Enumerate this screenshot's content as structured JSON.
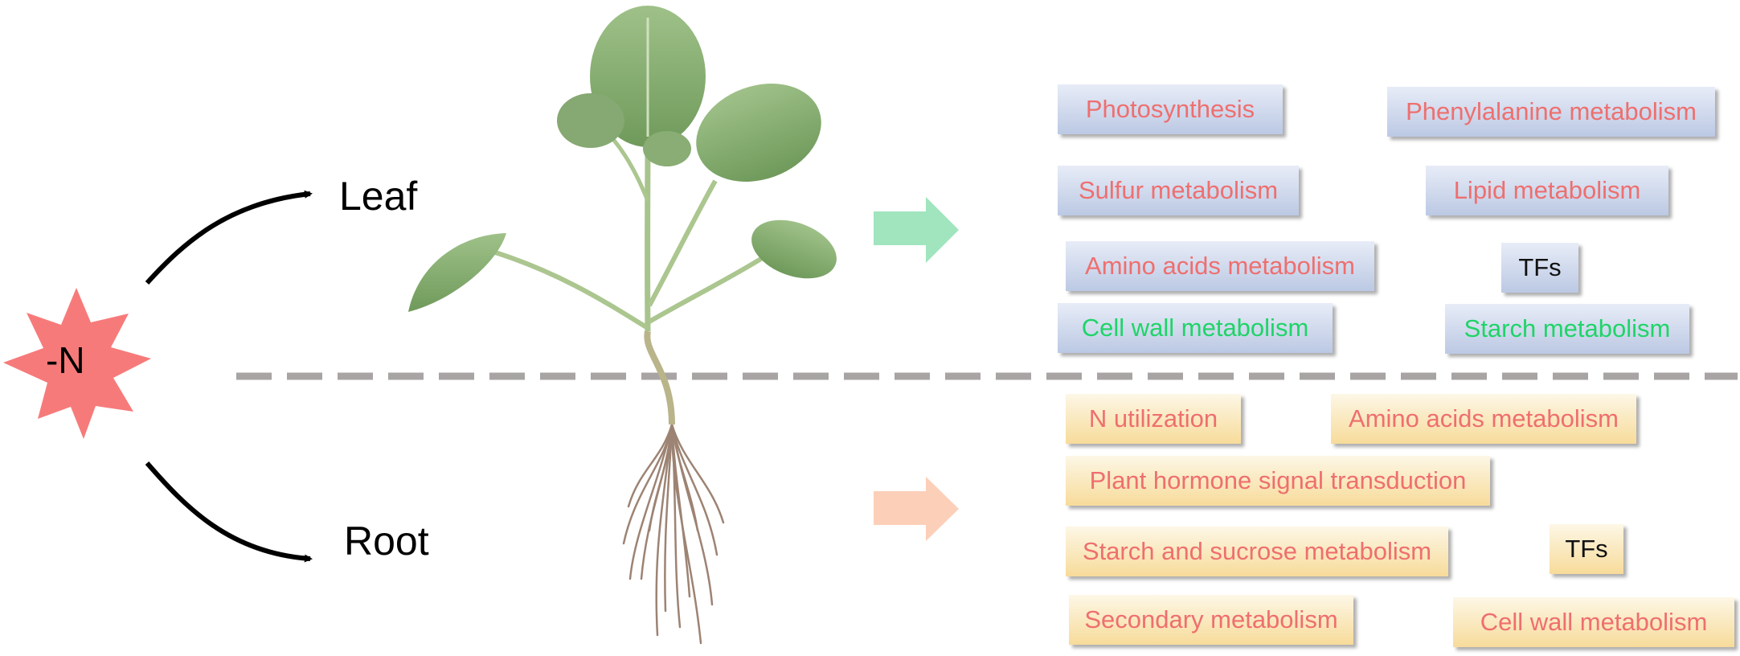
{
  "stimulus": {
    "label": "-N",
    "color": "#f77a7a"
  },
  "organs": {
    "leaf": "Leaf",
    "root": "Root"
  },
  "colors": {
    "pink_text": "#ee6f6f",
    "green_text": "#1fd468",
    "black_text": "#111111",
    "leaf_arrow": "#8fe0b3",
    "root_arrow": "#fbc7ad",
    "divider": "#a8a4a4"
  },
  "leaf_terms": [
    {
      "text": "Photosynthesis",
      "tone": "pink"
    },
    {
      "text": "Phenylalanine metabolism",
      "tone": "pink"
    },
    {
      "text": "Sulfur metabolism",
      "tone": "pink"
    },
    {
      "text": "Lipid metabolism",
      "tone": "pink"
    },
    {
      "text": "Amino acids metabolism",
      "tone": "pink"
    },
    {
      "text": "TFs",
      "tone": "black"
    },
    {
      "text": "Cell wall metabolism",
      "tone": "green"
    },
    {
      "text": "Starch metabolism",
      "tone": "green"
    }
  ],
  "root_terms": [
    {
      "text": "N utilization",
      "tone": "pink"
    },
    {
      "text": "Amino acids metabolism",
      "tone": "pink"
    },
    {
      "text": "Plant hormone signal transduction",
      "tone": "pink"
    },
    {
      "text": "Starch and sucrose metabolism",
      "tone": "pink"
    },
    {
      "text": "TFs",
      "tone": "black"
    },
    {
      "text": "Secondary metabolism",
      "tone": "pink"
    },
    {
      "text": "Cell wall metabolism",
      "tone": "pink"
    }
  ]
}
